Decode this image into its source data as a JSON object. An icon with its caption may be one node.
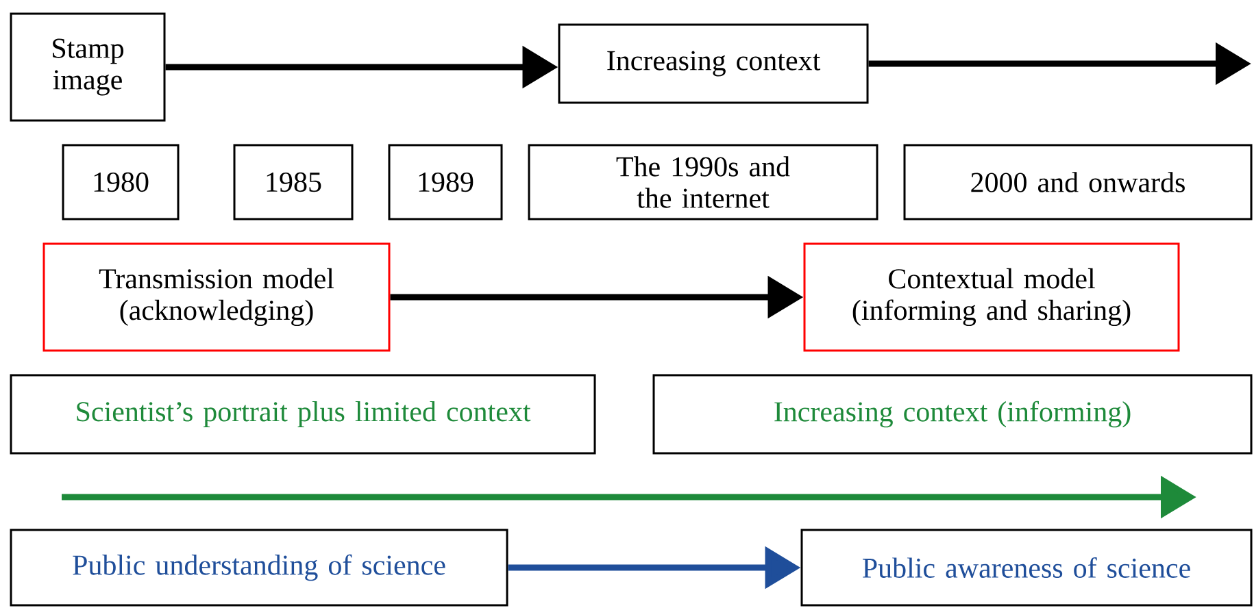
{
  "diagram": {
    "nodes": [
      {
        "text": [
          "Stamp image"
        ]
      },
      {
        "text": [
          "Increasing context"
        ]
      },
      {
        "text": [
          "1980"
        ]
      },
      {
        "text": [
          "1985"
        ]
      },
      {
        "text": [
          "1989"
        ]
      },
      {
        "text": [
          "The 1990s and the internet"
        ]
      },
      {
        "text": [
          "2000 and onwards"
        ]
      },
      {
        "text": [
          "Transmission model (acknowledging)"
        ]
      },
      {
        "text": [
          "Contextual model (informing and sharing)"
        ]
      },
      {
        "text": [
          "Scientist’s portrait plus limited context"
        ]
      },
      {
        "text": [
          "Increasing context (informing)"
        ]
      },
      {
        "text": [
          "Public understanding of science"
        ]
      },
      {
        "text": [
          "Public awareness of science"
        ]
      }
    ],
    "edges": [
      {
        "from": 0,
        "to": 1,
        "arrow": "to"
      },
      {
        "from": 1,
        "to": null,
        "arrow": "to"
      },
      {
        "from": 7,
        "to": 8,
        "arrow": "to"
      },
      {
        "from": 11,
        "to": 12,
        "arrow": "to",
        "color": "#1f4e9a"
      }
    ]
  }
}
